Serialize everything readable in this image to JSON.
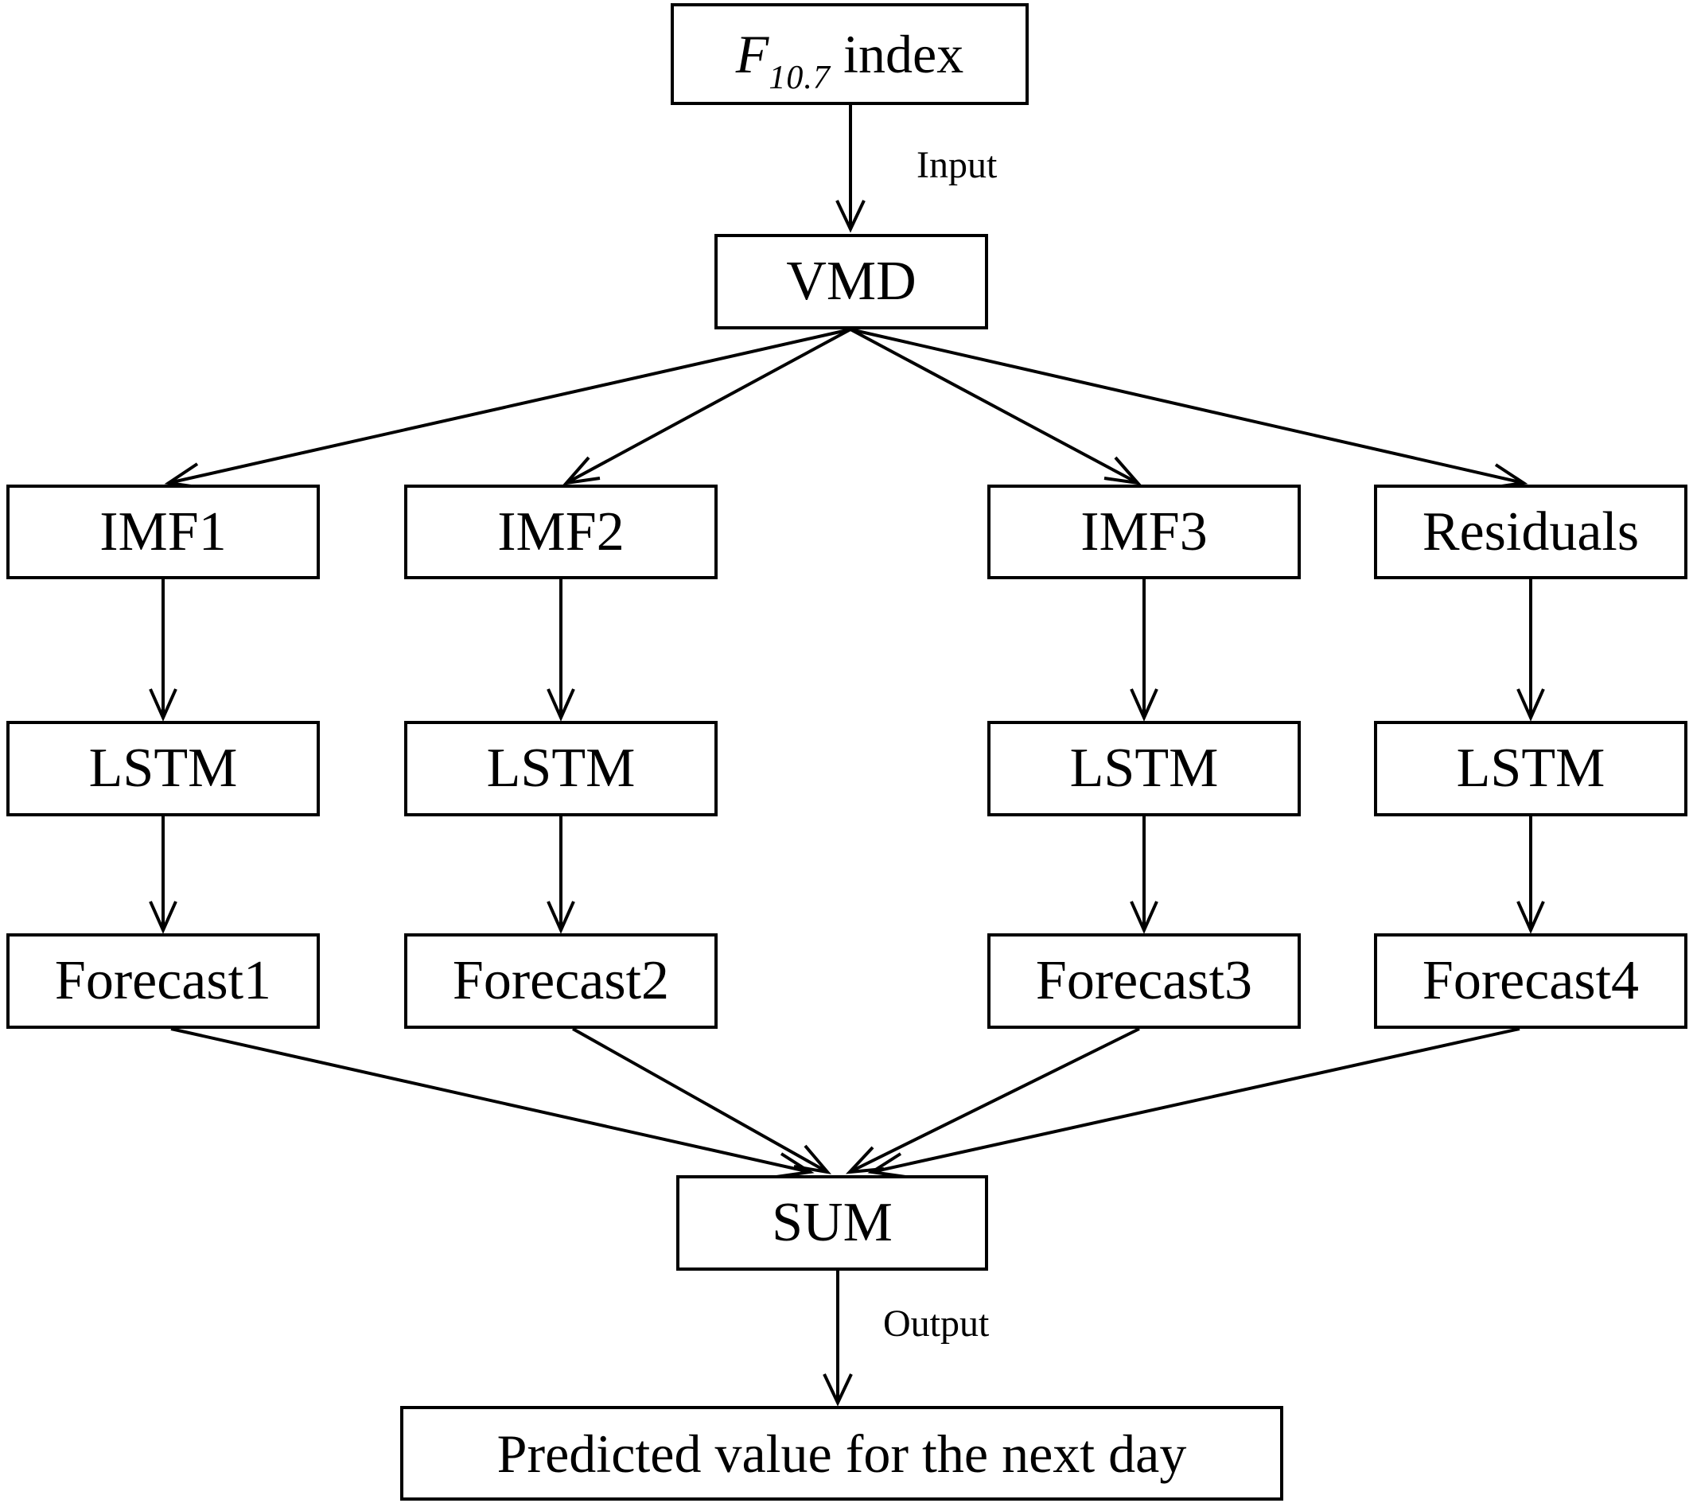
{
  "page": {
    "background": "#ffffff",
    "line_color": "#000000",
    "box_fill": "#ffffff"
  },
  "diagram": {
    "source_box": {
      "symbol": "F",
      "subscript": "10.7",
      "suffix": "index"
    },
    "input_label": "Input",
    "vmd_label": "VMD",
    "decomposition_labels": [
      "IMF1",
      "IMF2",
      "IMF3",
      "Residuals"
    ],
    "lstm_labels": [
      "LSTM",
      "LSTM",
      "LSTM",
      "LSTM"
    ],
    "forecast_labels": [
      "Forecast1",
      "Forecast2",
      "Forecast3",
      "Forecast4"
    ],
    "sum_label": "SUM",
    "output_label": "Output",
    "result_label": "Predicted value for the next day"
  }
}
